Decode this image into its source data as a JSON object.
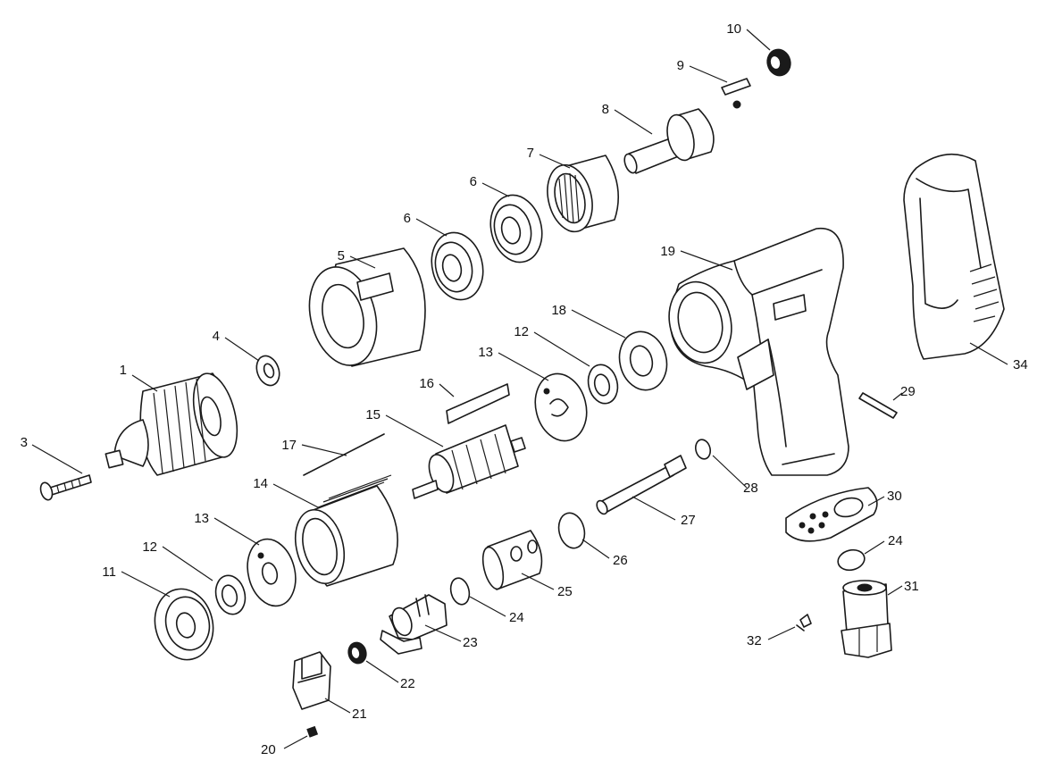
{
  "callouts": [
    {
      "id": "c1",
      "label": "1"
    },
    {
      "id": "c3",
      "label": "3"
    },
    {
      "id": "c4",
      "label": "4"
    },
    {
      "id": "c5",
      "label": "5"
    },
    {
      "id": "c6a",
      "label": "6"
    },
    {
      "id": "c6b",
      "label": "6"
    },
    {
      "id": "c7",
      "label": "7"
    },
    {
      "id": "c8",
      "label": "8"
    },
    {
      "id": "c9",
      "label": "9"
    },
    {
      "id": "c10",
      "label": "10"
    },
    {
      "id": "c11",
      "label": "11"
    },
    {
      "id": "c12a",
      "label": "12"
    },
    {
      "id": "c12b",
      "label": "12"
    },
    {
      "id": "c13a",
      "label": "13"
    },
    {
      "id": "c13b",
      "label": "13"
    },
    {
      "id": "c14",
      "label": "14"
    },
    {
      "id": "c15",
      "label": "15"
    },
    {
      "id": "c16",
      "label": "16"
    },
    {
      "id": "c17",
      "label": "17"
    },
    {
      "id": "c18",
      "label": "18"
    },
    {
      "id": "c19",
      "label": "19"
    },
    {
      "id": "c20",
      "label": "20"
    },
    {
      "id": "c21",
      "label": "21"
    },
    {
      "id": "c22",
      "label": "22"
    },
    {
      "id": "c23",
      "label": "23"
    },
    {
      "id": "c24a",
      "label": "24"
    },
    {
      "id": "c24b",
      "label": "24"
    },
    {
      "id": "c25",
      "label": "25"
    },
    {
      "id": "c26",
      "label": "26"
    },
    {
      "id": "c27",
      "label": "27"
    },
    {
      "id": "c28",
      "label": "28"
    },
    {
      "id": "c29",
      "label": "29"
    },
    {
      "id": "c30",
      "label": "30"
    },
    {
      "id": "c31",
      "label": "31"
    },
    {
      "id": "c32",
      "label": "32"
    },
    {
      "id": "c34",
      "label": "34"
    }
  ]
}
